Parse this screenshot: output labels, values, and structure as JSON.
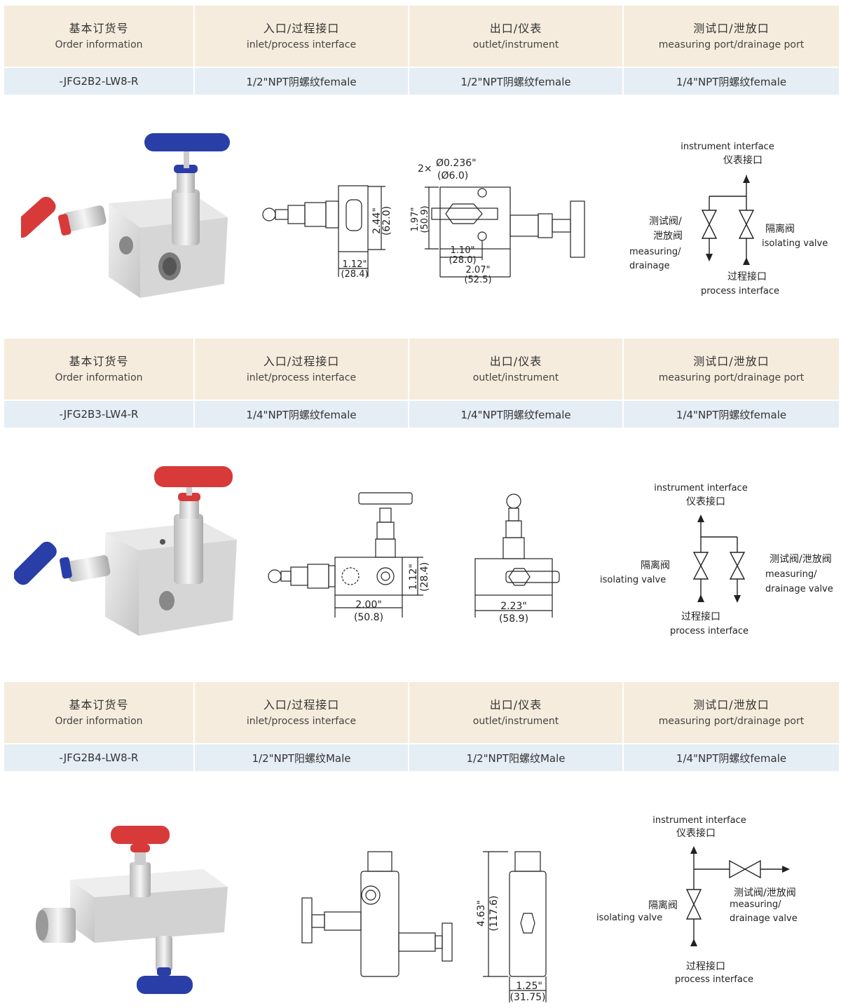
{
  "headers": {
    "order_zh": "基本订货号",
    "order_en": "Order information",
    "inlet_zh": "入口/过程接口",
    "inlet_en": "inlet/process interface",
    "outlet_zh": "出口/仪表",
    "outlet_en": "outlet/instrument",
    "port_zh": "测试口/泄放口",
    "port_en": "measuring port/drainage port"
  },
  "products": [
    {
      "order": "-JFG2B2-LW8-R",
      "inlet": "1/2\"NPT阴螺纹female",
      "outlet": "1/2\"NPT阴螺纹female",
      "port": "1/4\"NPT阴螺纹female"
    },
    {
      "order": "-JFG2B3-LW4-R",
      "inlet": "1/4\"NPT阴螺纹female",
      "outlet": "1/4\"NPT阴螺纹female",
      "port": "1/4\"NPT阴螺纹female"
    },
    {
      "order": "-JFG2B4-LW8-R",
      "inlet": "1/2\"NPT阳螺纹Male",
      "outlet": "1/2\"NPT阳螺纹Male",
      "port": "1/4\"NPT阴螺纹female"
    }
  ],
  "schematic": {
    "instrument_en": "instrument interface",
    "instrument_zh": "仪表接口",
    "process_zh": "过程接口",
    "process_en": "process interface",
    "isolating_zh": "隔离阀",
    "isolating_en": "isolating valve",
    "test_zh_1": "测试阀/",
    "test_zh_2": "泄放阀",
    "test_zh_full": "测试阀/泄放阀",
    "measuring_en": "measuring/",
    "drainage_en": "drainage",
    "drainage_valve_en": "drainage valve"
  },
  "dims1": {
    "a": "2.44\"",
    "a_mm": "(62.0)",
    "b": "1.12\"",
    "b_mm": "(28.4)",
    "hole": "Ø0.236\"",
    "hole_mm": "(Ø6.0)",
    "hole_qty": "2×",
    "c": "1.97\"",
    "c_mm": "(50.9)",
    "d": "1.10\"",
    "d_mm": "(28.0)",
    "e": "2.07\"",
    "e_mm": "(52.5)"
  },
  "dims2": {
    "a": "1.12\"",
    "a_mm": "(28.4)",
    "b": "2.00\"",
    "b_mm": "(50.8)",
    "c": "2.23\"",
    "c_mm": "(58.9)"
  },
  "dims3": {
    "a": "4.63\"",
    "a_mm": "(117.6)",
    "b": "1.25\"",
    "b_mm": "(31.75)"
  },
  "colors": {
    "header_bg": "#f6ecdd",
    "row_bg": "#e5edf5",
    "handle_blue": "#2a3ea8",
    "handle_red": "#d83a3a"
  }
}
